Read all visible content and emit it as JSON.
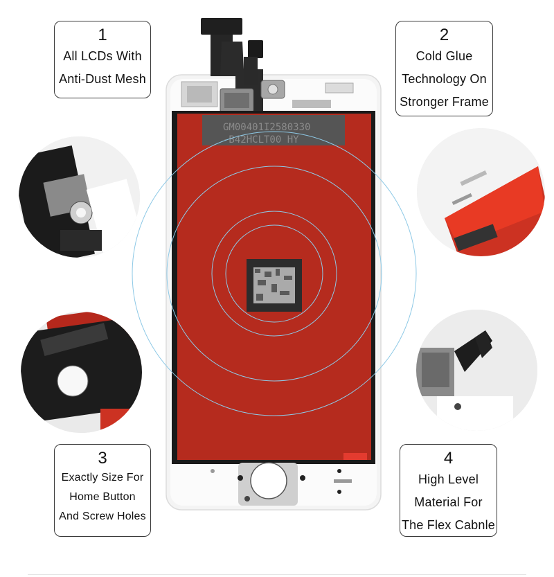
{
  "product": {
    "lcd_label_line1": "GM00401I2580330",
    "lcd_label_line2": "-B42HCLT00 HY"
  },
  "features": [
    {
      "number": "1",
      "lines": [
        "All LCDs With",
        "Anti-Dust Mesh"
      ]
    },
    {
      "number": "2",
      "lines": [
        "Cold Glue",
        "Technology On",
        "Stronger Frame"
      ]
    },
    {
      "number": "3",
      "lines": [
        "Exactly Size For",
        "Home Button",
        "And Screw Holes"
      ]
    },
    {
      "number": "4",
      "lines": [
        "High Level",
        "Material For",
        "The Flex Cabnle"
      ]
    }
  ],
  "colors": {
    "panel_red": "#b52b1e",
    "frame_white": "#f5f5f5",
    "flex_black": "#1c1c1c",
    "ring_blue": "#8ec9e6",
    "box_border": "#3a3a3a"
  }
}
